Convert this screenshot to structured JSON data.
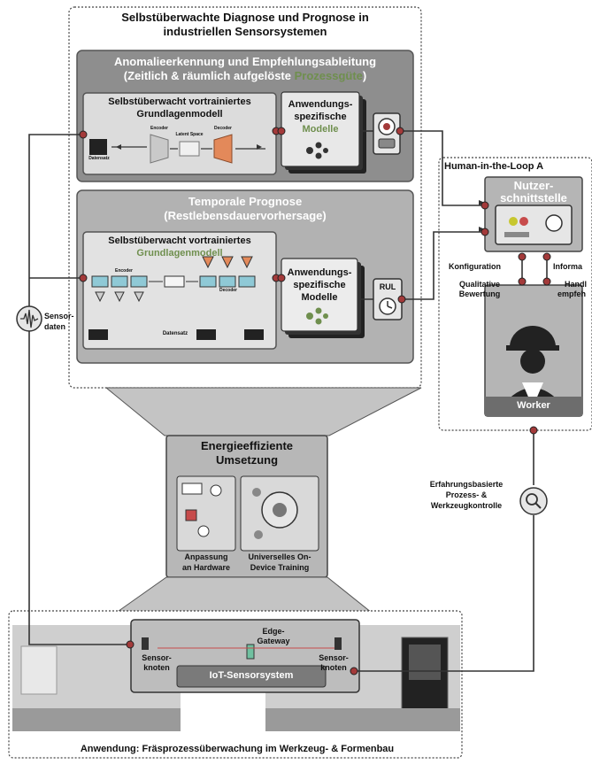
{
  "colors": {
    "panel_dark": "#8c8c8c",
    "panel_light": "#d9d9d9",
    "panel_mid": "#b5b5b5",
    "connector": "#a33a3a",
    "accent_green": "#6f8f4e",
    "accent_orange": "#e3895a"
  },
  "top_frame": {
    "title_line1": "Selbstüberwachte Diagnose und Prognose in",
    "title_line2": "industriellen Sensorsystemen"
  },
  "anomaly": {
    "title_line1": "Anomalieerkennung und Empfehlungsableitung",
    "title_line2_prefix": "(Zeitlich & räumlich aufgelöste ",
    "title_line2_highlight": "Prozessgüte",
    "title_line2_suffix": ")",
    "foundation_title_line1": "Selbstüberwacht vortrainiertes",
    "foundation_title_line2": "Grundlagenmodell",
    "encoder_label": "Encoder",
    "latent_label": "Latent Space",
    "decoder_label": "Decoder",
    "dataset_label": "Datensatz",
    "app_models_line1": "Anwendungs-",
    "app_models_line2": "spezifische",
    "app_models_line3": "Modelle"
  },
  "temporal": {
    "title_line1": "Temporale Prognose",
    "title_line2": "(Restlebensdauervorhersage)",
    "foundation_title_line1": "Selbstüberwacht vortrainiertes",
    "foundation_title_line2": "Grundlagenmodell",
    "encoder_label": "Encoder",
    "decoder_label": "Decoder",
    "dataset_label": "Datensatz",
    "app_models_line1": "Anwendungs-",
    "app_models_line2": "spezifische",
    "app_models_line3": "Modelle",
    "rul_label": "RUL"
  },
  "energy": {
    "title_line1": "Energieeffiziente",
    "title_line2": "Umsetzung",
    "hw_line1": "Anpassung",
    "hw_line2": "an Hardware",
    "training_line1": "Universelles On-",
    "training_line2": "Device Training"
  },
  "hitl": {
    "title": "Human-in-the-Loop A",
    "ui_line1": "Nutzer-",
    "ui_line2": "schnittstelle",
    "config_label": "Konfiguration",
    "info_label": "Informa",
    "qual_line1": "Qualitative",
    "qual_line2": "Bewertung",
    "hand_line1": "Handl",
    "hand_line2": "empfeh",
    "worker_label": "Worker"
  },
  "side_labels": {
    "sensor_line1": "Sensor-",
    "sensor_line2": "daten",
    "exp_line1": "Erfahrungsbasierte",
    "exp_line2": "Prozess- &",
    "exp_line3": "Werkzeugkontrolle"
  },
  "bottom": {
    "edge_line1": "Edge-",
    "edge_line2": "Gateway",
    "node_left_line1": "Sensor-",
    "node_left_line2": "knoten",
    "node_right_line1": "Sensor-",
    "node_right_line2": "knoten",
    "iot_label": "IoT-Sensorsystem",
    "caption": "Anwendung: Fräsprozessüberwachung im Werkzeug- & Formenbau"
  }
}
